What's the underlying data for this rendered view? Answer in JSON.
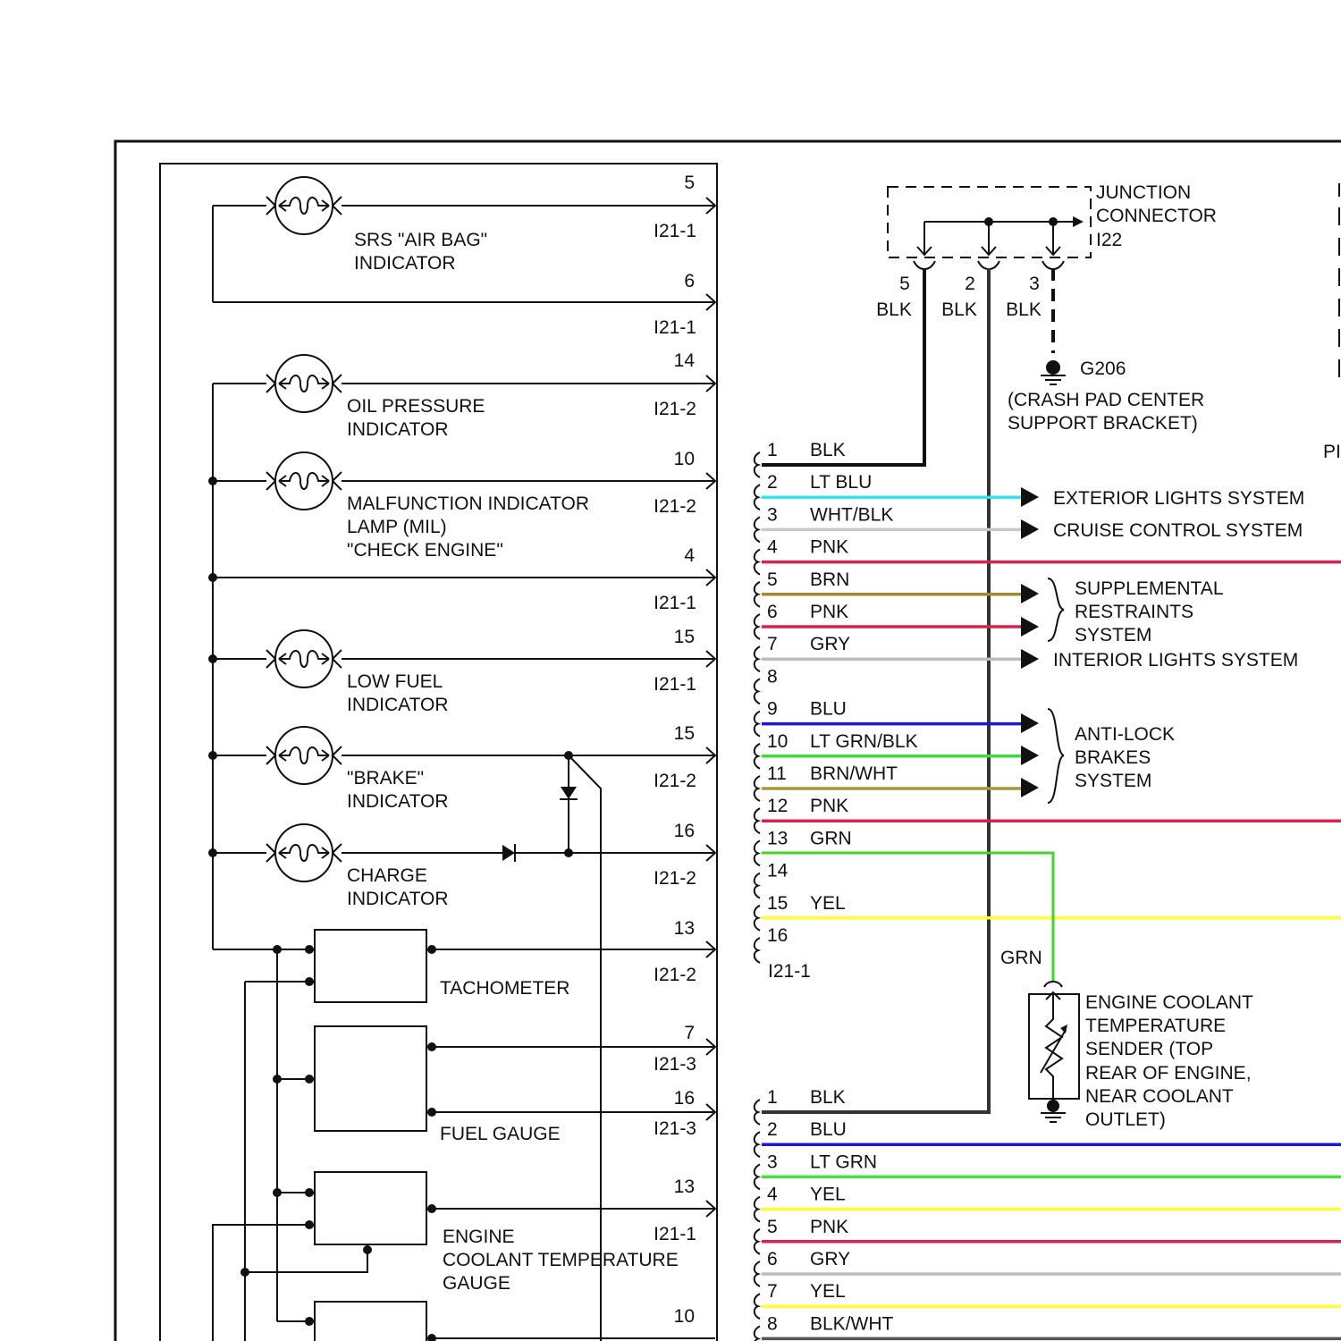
{
  "indicators": {
    "srs": {
      "line1": "SRS \"AIR BAG\"",
      "line2": "INDICATOR"
    },
    "oil": {
      "line1": "OIL PRESSURE",
      "line2": "INDICATOR"
    },
    "mil": {
      "line1": "MALFUNCTION INDICATOR",
      "line2": "LAMP (MIL)",
      "line3": "\"CHECK ENGINE\""
    },
    "low_fuel": {
      "line1": "LOW FUEL",
      "line2": "INDICATOR"
    },
    "brake": {
      "line1": "\"BRAKE\"",
      "line2": "INDICATOR"
    },
    "charge": {
      "line1": "CHARGE",
      "line2": "INDICATOR"
    }
  },
  "gauges": {
    "tachometer": "TACHOMETER",
    "fuel_gauge": "FUEL GAUGE",
    "ect": {
      "line1": "ENGINE",
      "line2": "COOLANT TEMPERATURE",
      "line3": "GAUGE"
    }
  },
  "cluster_pins": [
    {
      "pin": "5",
      "conn": "I21-1"
    },
    {
      "pin": "6",
      "conn": "I21-1"
    },
    {
      "pin": "14",
      "conn": "I21-2"
    },
    {
      "pin": "10",
      "conn": "I21-2"
    },
    {
      "pin": "4",
      "conn": "I21-1"
    },
    {
      "pin": "15",
      "conn": "I21-1"
    },
    {
      "pin": "15",
      "conn": "I21-2"
    },
    {
      "pin": "16",
      "conn": "I21-2"
    },
    {
      "pin": "13",
      "conn": "I21-2"
    },
    {
      "pin": "7",
      "conn": "I21-3"
    },
    {
      "pin": "16",
      "conn": "I21-3"
    },
    {
      "pin": "13",
      "conn": "I21-1"
    },
    {
      "pin": "10",
      "conn": ""
    }
  ],
  "junction": {
    "line1": "JUNCTION",
    "line2": "CONNECTOR",
    "line3": "I22",
    "pins": [
      {
        "pin": "5",
        "color": "BLK"
      },
      {
        "pin": "2",
        "color": "BLK"
      },
      {
        "pin": "3",
        "color": "BLK"
      }
    ]
  },
  "ground": {
    "id": "G206",
    "line1": "(CRASH PAD CENTER",
    "line2": "SUPPORT BRACKET)"
  },
  "connector_a": {
    "label": "I21-1",
    "pins": [
      {
        "pin": "1",
        "color": "BLK",
        "hex": "#111111"
      },
      {
        "pin": "2",
        "color": "LT BLU",
        "hex": "#33e3f0"
      },
      {
        "pin": "3",
        "color": "WHT/BLK",
        "hex": "#c8c8c8"
      },
      {
        "pin": "4",
        "color": "PNK",
        "hex": "#d6234f"
      },
      {
        "pin": "5",
        "color": "BRN",
        "hex": "#a08a2c"
      },
      {
        "pin": "6",
        "color": "PNK",
        "hex": "#d6234f"
      },
      {
        "pin": "7",
        "color": "GRY",
        "hex": "#bdbdbd"
      },
      {
        "pin": "8",
        "color": "",
        "hex": ""
      },
      {
        "pin": "9",
        "color": "BLU",
        "hex": "#1a1ad0"
      },
      {
        "pin": "10",
        "color": "LT GRN/BLK",
        "hex": "#3ddc3d"
      },
      {
        "pin": "11",
        "color": "BRN/WHT",
        "hex": "#a8973d"
      },
      {
        "pin": "12",
        "color": "PNK",
        "hex": "#d6234f"
      },
      {
        "pin": "13",
        "color": "GRN",
        "hex": "#42d42a"
      },
      {
        "pin": "14",
        "color": "",
        "hex": ""
      },
      {
        "pin": "15",
        "color": "YEL",
        "hex": "#ffff2a"
      },
      {
        "pin": "16",
        "color": "",
        "hex": ""
      }
    ]
  },
  "connector_b": {
    "pins": [
      {
        "pin": "1",
        "color": "BLK",
        "hex": "#111111"
      },
      {
        "pin": "2",
        "color": "BLU",
        "hex": "#1a1ad0"
      },
      {
        "pin": "3",
        "color": "LT GRN",
        "hex": "#42e03a"
      },
      {
        "pin": "4",
        "color": "YEL",
        "hex": "#ffff2a"
      },
      {
        "pin": "5",
        "color": "PNK",
        "hex": "#d6234f"
      },
      {
        "pin": "6",
        "color": "GRY",
        "hex": "#bdbdbd"
      },
      {
        "pin": "7",
        "color": "YEL",
        "hex": "#ffff2a"
      },
      {
        "pin": "8",
        "color": "BLK/WHT",
        "hex": "#555555"
      }
    ]
  },
  "systems": {
    "exterior_lights": "EXTERIOR LIGHTS SYSTEM",
    "cruise_control": "CRUISE CONTROL SYSTEM",
    "srs": {
      "line1": "SUPPLEMENTAL",
      "line2": "RESTRAINTS",
      "line3": "SYSTEM"
    },
    "interior_lights": "INTERIOR LIGHTS SYSTEM",
    "abs": {
      "line1": "ANTI-LOCK",
      "line2": "BRAKES",
      "line3": "SYSTEM"
    }
  },
  "sender": {
    "wire_color": "GRN",
    "line1": "ENGINE COOLANT",
    "line2": "TEMPERATURE",
    "line3": "SENDER (TOP",
    "line4": "REAR OF ENGINE,",
    "line5": "NEAR COOLANT",
    "line6": "OUTLET)"
  },
  "edge_fragment": "PI"
}
